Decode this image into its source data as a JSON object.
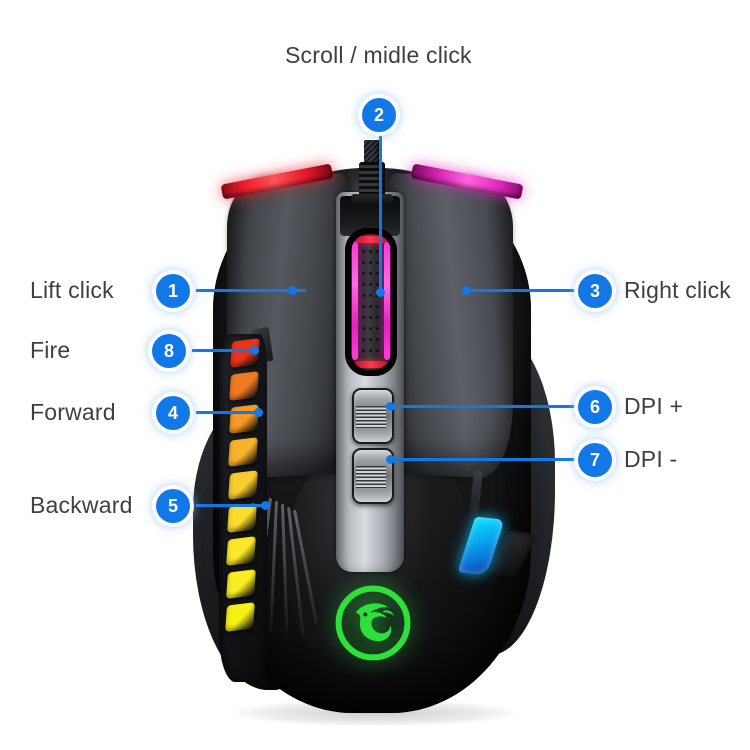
{
  "page": {
    "title": "Gaming mouse button callout diagram",
    "background_color": "#ffffff",
    "accent_color": "#1278e8",
    "label_color": "#3f3f3f"
  },
  "top_label": {
    "text": "Scroll / midle click",
    "callout_number": "2"
  },
  "callouts": [
    {
      "number": "1",
      "label": "Lift click",
      "side": "left"
    },
    {
      "number": "8",
      "label": "Fire",
      "side": "left"
    },
    {
      "number": "4",
      "label": "Forward",
      "side": "left"
    },
    {
      "number": "5",
      "label": "Backward",
      "side": "left"
    },
    {
      "number": "2",
      "label": "Scroll / midle click",
      "side": "top"
    },
    {
      "number": "3",
      "label": "Right click",
      "side": "right"
    },
    {
      "number": "6",
      "label": "DPI +",
      "side": "right"
    },
    {
      "number": "7",
      "label": "DPI -",
      "side": "right"
    }
  ],
  "device": {
    "type": "wired RGB gaming mouse",
    "brand_logo": "green-dragon-emblem",
    "colors": {
      "shell": "#1a1c1f",
      "button_plate": "#55585e",
      "center_rail": "#d9dde1",
      "rgb_left_bar": "#ef1f2c",
      "rgb_right_bar": "#e22bbd",
      "scroll_wheel_glow": "#ff3fd9",
      "side_buttons_top": "#e8321e",
      "side_buttons_bottom": "#f5e400",
      "side_accent": "#0fe0ff",
      "logo": "#2ee03c"
    },
    "side_button_colors": [
      "#e8341c",
      "#f07a22",
      "#f59a27",
      "#f6b32c",
      "#f8cc2e",
      "#fadc2c",
      "#fbe82a",
      "#f9ee21",
      "#f7f016"
    ]
  }
}
